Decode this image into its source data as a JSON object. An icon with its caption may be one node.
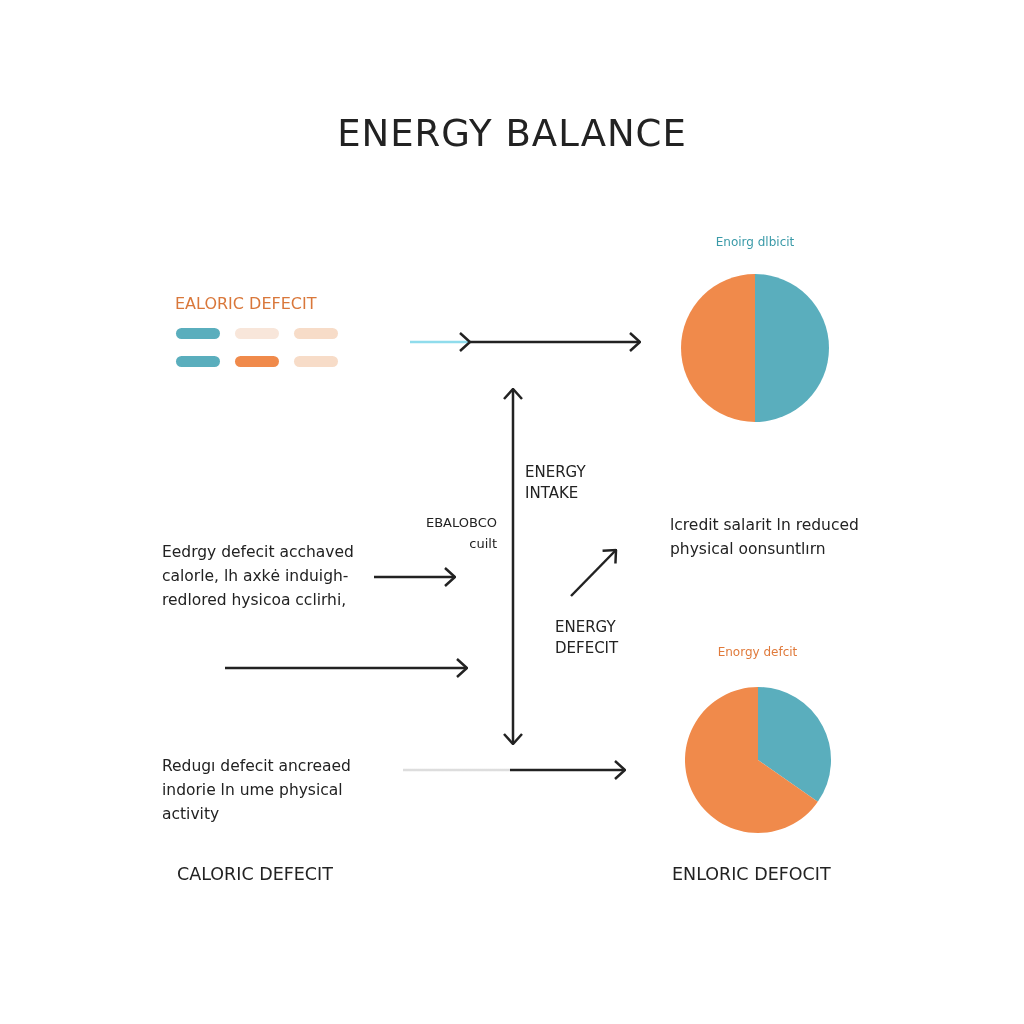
{
  "diagram": {
    "title": "ENERGY BALANCE",
    "nodes": [
      {
        "text": [
          "EALORIC DEFECIT"
        ]
      },
      {
        "text": [
          "Enoirg dlbicit"
        ]
      },
      {
        "text": [
          "Eedrgy defecit acchaved calorle, lh axkė induigh- redlored hysicoa cclirhi,"
        ]
      },
      {
        "text": [
          "Redugı defecit ancreaed indorie ln ume physical activity"
        ]
      },
      {
        "text": [
          "Enorgy defcit"
        ]
      },
      {
        "text": [
          "lcredit salarit ln reduced physical oonsuntlırn"
        ]
      }
    ],
    "edges": [
      {
        "from": null,
        "to": 1,
        "arrow": "to"
      },
      {
        "from": 2,
        "to": null,
        "arrow": "to"
      },
      {
        "from": 3,
        "to": 4,
        "arrow": "to"
      }
    ],
    "labels": [
      "ENERGY INTAKE",
      "EBALOBCO cuilt",
      "ENERGY DEFECIT",
      "CALORIC DEFECIT",
      "ENLORIC DEFOCIT"
    ]
  }
}
